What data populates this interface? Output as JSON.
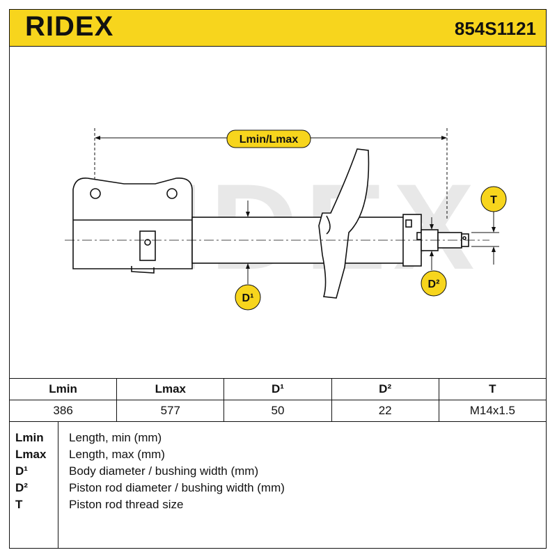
{
  "header": {
    "brand": "RIDEX",
    "part_number": "854S1121"
  },
  "colors": {
    "accent_yellow": "#f7d51d",
    "line": "#111111",
    "watermark": "#e6e6e6"
  },
  "diagram": {
    "watermark": "RIDEX",
    "labels": {
      "length": "Lmin/Lmax",
      "thread": "T",
      "body_diameter": "D¹",
      "rod_diameter": "D²"
    }
  },
  "table": {
    "headers": [
      "Lmin",
      "Lmax",
      "D¹",
      "D²",
      "T"
    ],
    "values": [
      "386",
      "577",
      "50",
      "22",
      "M14x1.5"
    ]
  },
  "legend": [
    {
      "key": "Lmin",
      "desc": "Length, min (mm)"
    },
    {
      "key": "Lmax",
      "desc": "Length, max (mm)"
    },
    {
      "key": "D¹",
      "desc": "Body diameter / bushing width (mm)"
    },
    {
      "key": "D²",
      "desc": "Piston rod diameter / bushing width (mm)"
    },
    {
      "key": "T",
      "desc": "Piston rod thread size"
    }
  ]
}
